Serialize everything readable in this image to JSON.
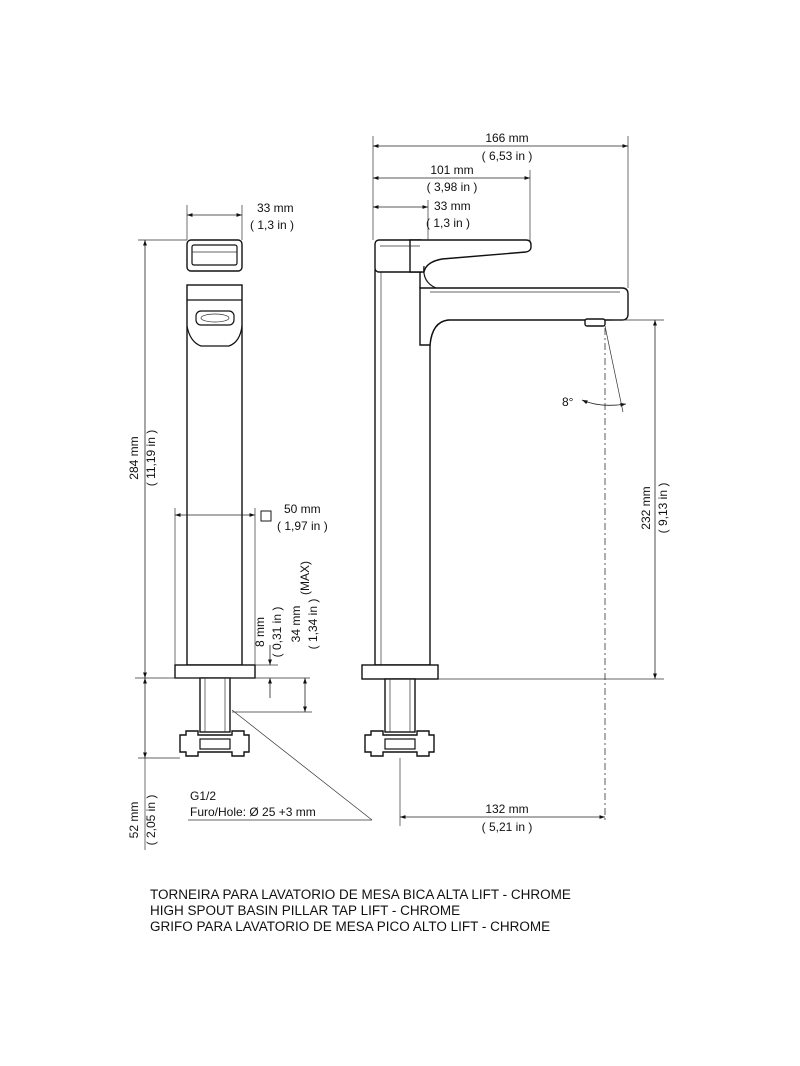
{
  "left_view": {
    "top_width": {
      "mm": "33 mm",
      "in": "( 1,3 in )"
    },
    "height_total": {
      "mm": "284 mm",
      "in": "( 11,19 in )"
    },
    "base_square": {
      "mm": "50 mm",
      "in": "( 1,97 in )"
    },
    "base_thickness": {
      "mm": "8 mm",
      "in": "( 0,31 in )"
    },
    "counter_max": {
      "mm": "34 mm",
      "in": "( 1,34 in )",
      "note": "(MAX)"
    },
    "shank_length": {
      "mm": "52 mm",
      "in": "( 2,05 in )"
    },
    "thread": "G1/2",
    "hole": "Furo/Hole: Ø 25 +3 mm"
  },
  "right_view": {
    "overall_depth": {
      "mm": "166 mm",
      "in": "( 6,53 in )"
    },
    "lever_reach": {
      "mm": "101 mm",
      "in": "( 3,98 in )"
    },
    "body_width": {
      "mm": "33 mm",
      "in": "( 1,3 in )"
    },
    "spout_height": {
      "mm": "232 mm",
      "in": "( 9,13 in )"
    },
    "spout_reach": {
      "mm": "132 mm",
      "in": "( 5,21 in )"
    },
    "angle": "8°"
  },
  "caption": [
    "TORNEIRA PARA LAVATORIO DE MESA BICA ALTA LIFT - CHROME",
    "HIGH SPOUT BASIN PILLAR TAP LIFT - CHROME",
    "GRIFO PARA LAVATORIO DE MESA PICO ALTO LIFT - CHROME"
  ]
}
